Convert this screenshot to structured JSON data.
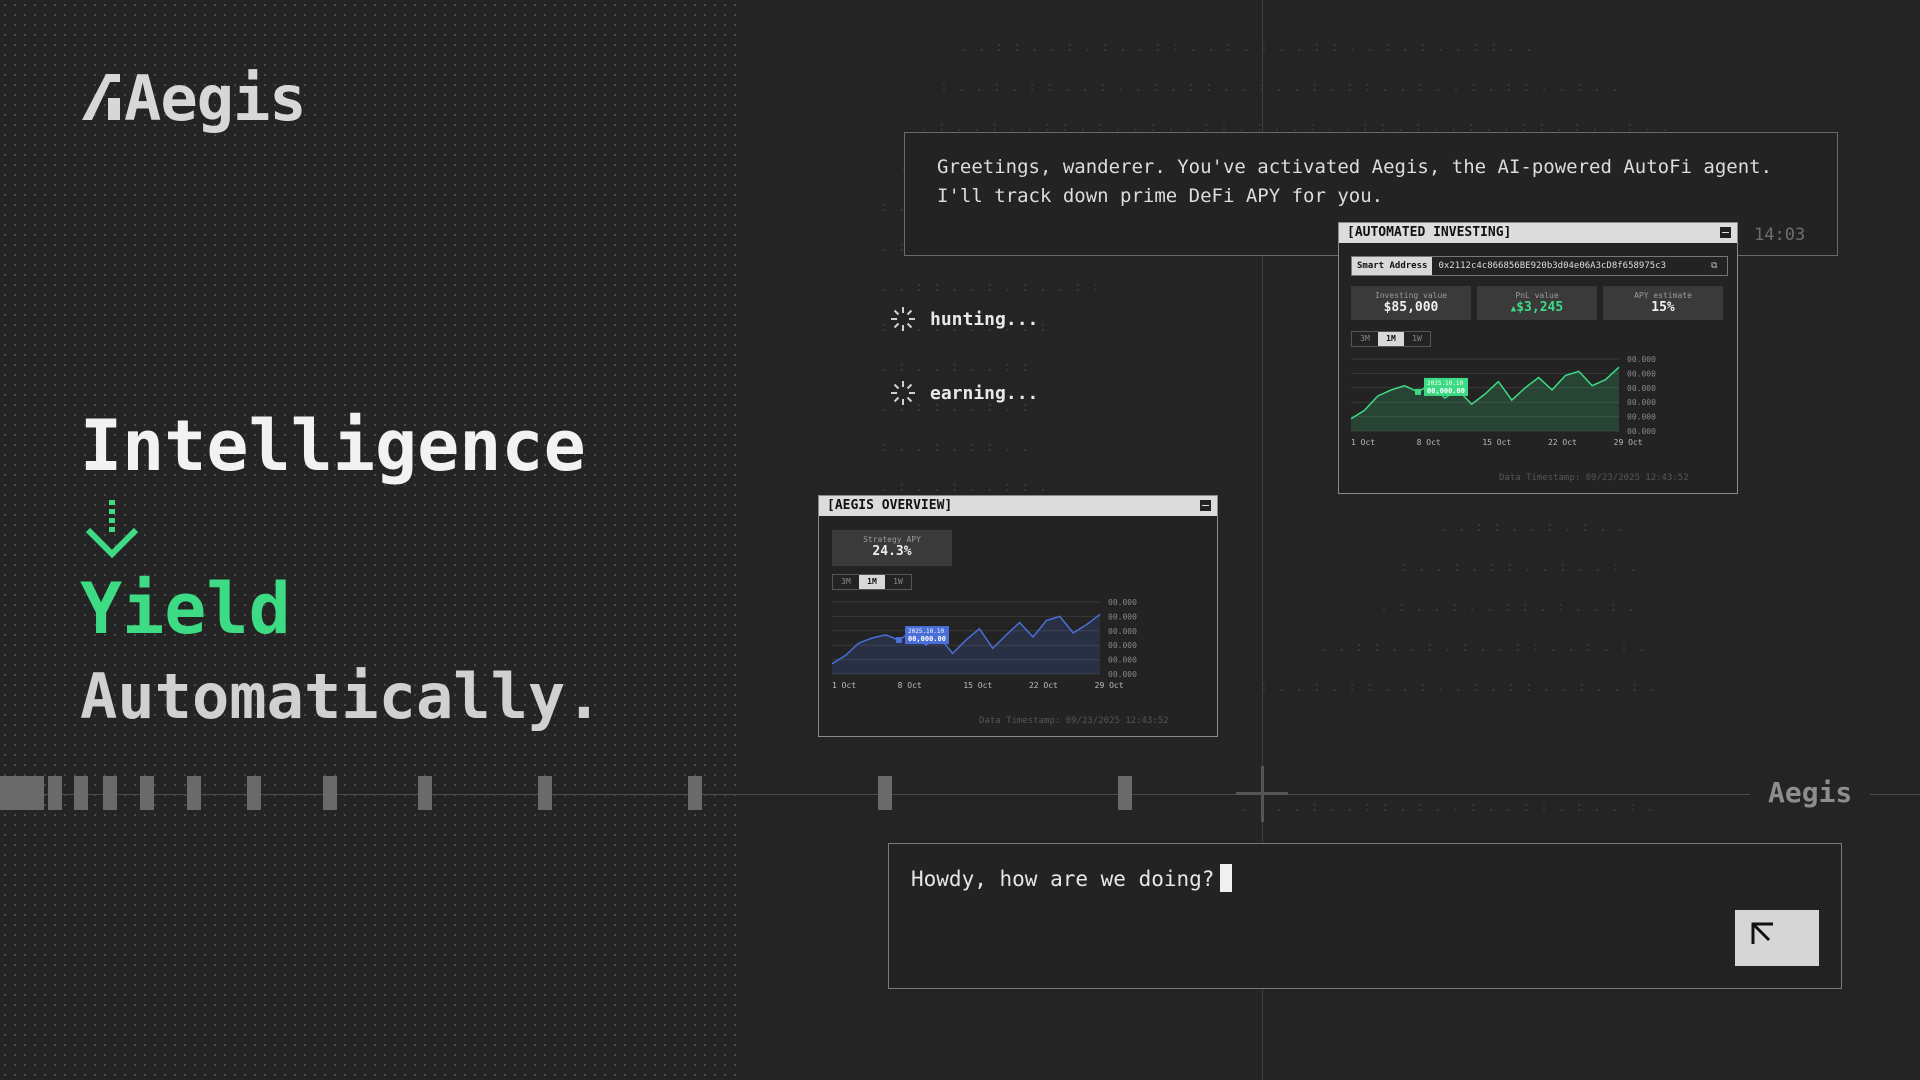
{
  "brand": {
    "name": "Aegis"
  },
  "hero": {
    "line1": "Intelligence",
    "line2": "Yield",
    "line3": "Automatically."
  },
  "chat": {
    "greeting": "Greetings, wanderer. You've activated Aegis, the AI-powered AutoFi agent. I'll track down prime DeFi APY for you.",
    "greeting_time": "14:03",
    "statuses": [
      "hunting...",
      "earning..."
    ],
    "input_value": "Howdy, how are we doing?",
    "send_icon": "arrow-up-left-icon"
  },
  "overview_card": {
    "title": "[AEGIS OVERVIEW]",
    "stat_label": "Strategy APY",
    "stat_value": "24.3%",
    "ranges": [
      "3M",
      "1M",
      "1W"
    ],
    "active_range": "1M",
    "tooltip_date": "2025.10.10",
    "tooltip_value": "00,000.00",
    "timestamp": "Data Timestamp: 09/23/2025 12:43:52",
    "accent": "#4a6fd8"
  },
  "investing_card": {
    "title": "[AUTOMATED INVESTING]",
    "address_label": "Smart Address",
    "address_value": "0x2112c4c866856BE920b3d04e06A3cD8f658975c3",
    "stats": [
      {
        "label": "Investing value",
        "value": "$85,000"
      },
      {
        "label": "PnL value",
        "value": "$3,245"
      },
      {
        "label": "APY estimate",
        "value": "15%"
      }
    ],
    "ranges": [
      "3M",
      "1M",
      "1W"
    ],
    "active_range": "1M",
    "tooltip_date": "2025.10.10",
    "tooltip_value": "00,000.00",
    "timestamp": "Data Timestamp: 09/23/2025 12:43:52",
    "accent": "#3ddc84"
  },
  "chart_data": [
    {
      "type": "area",
      "x": [
        "1 Oct",
        "8 Oct",
        "15 Oct",
        "22 Oct",
        "29 Oct"
      ],
      "yticks": [
        "00.000",
        "00.000",
        "00.000",
        "00.000",
        "00.000",
        "00.000"
      ],
      "series": [
        {
          "values": [
            10,
            18,
            30,
            35,
            38,
            33,
            42,
            28,
            36,
            20,
            33,
            44,
            25,
            38,
            50,
            36,
            52,
            56,
            40,
            48,
            58
          ]
        }
      ],
      "title": "",
      "xlabel": "",
      "ylabel": "",
      "grid": true
    },
    {
      "type": "area",
      "x": [
        "1 Oct",
        "8 Oct",
        "15 Oct",
        "22 Oct",
        "29 Oct"
      ],
      "yticks": [
        "00.000",
        "00.000",
        "00.000",
        "00.000",
        "00.000",
        "00.000"
      ],
      "series": [
        {
          "values": [
            12,
            20,
            34,
            40,
            44,
            38,
            46,
            32,
            40,
            26,
            36,
            48,
            30,
            42,
            52,
            40,
            54,
            58,
            44,
            50,
            62
          ]
        }
      ],
      "title": "",
      "xlabel": "",
      "ylabel": "",
      "grid": true
    }
  ]
}
